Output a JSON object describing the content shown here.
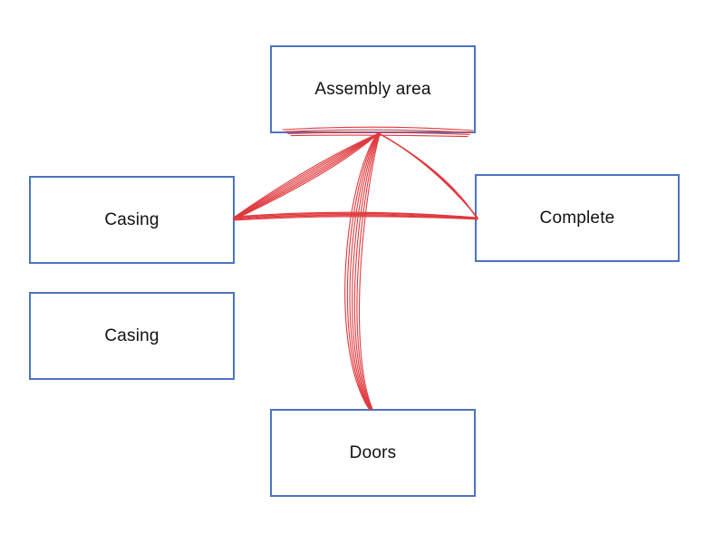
{
  "diagram": {
    "nodes": {
      "assembly_area": "Assembly area",
      "casing_1": "Casing",
      "casing_2": "Casing",
      "complete": "Complete",
      "doors": "Doors"
    },
    "connections": [
      {
        "from": "casing_1",
        "to": "assembly_area"
      },
      {
        "from": "complete",
        "to": "assembly_area"
      },
      {
        "from": "casing_1",
        "to": "complete"
      },
      {
        "from": "doors",
        "to": "assembly_area"
      }
    ],
    "colors": {
      "node_border": "#4a74c0",
      "connector": "#e03a3e",
      "text": "#111111"
    }
  }
}
